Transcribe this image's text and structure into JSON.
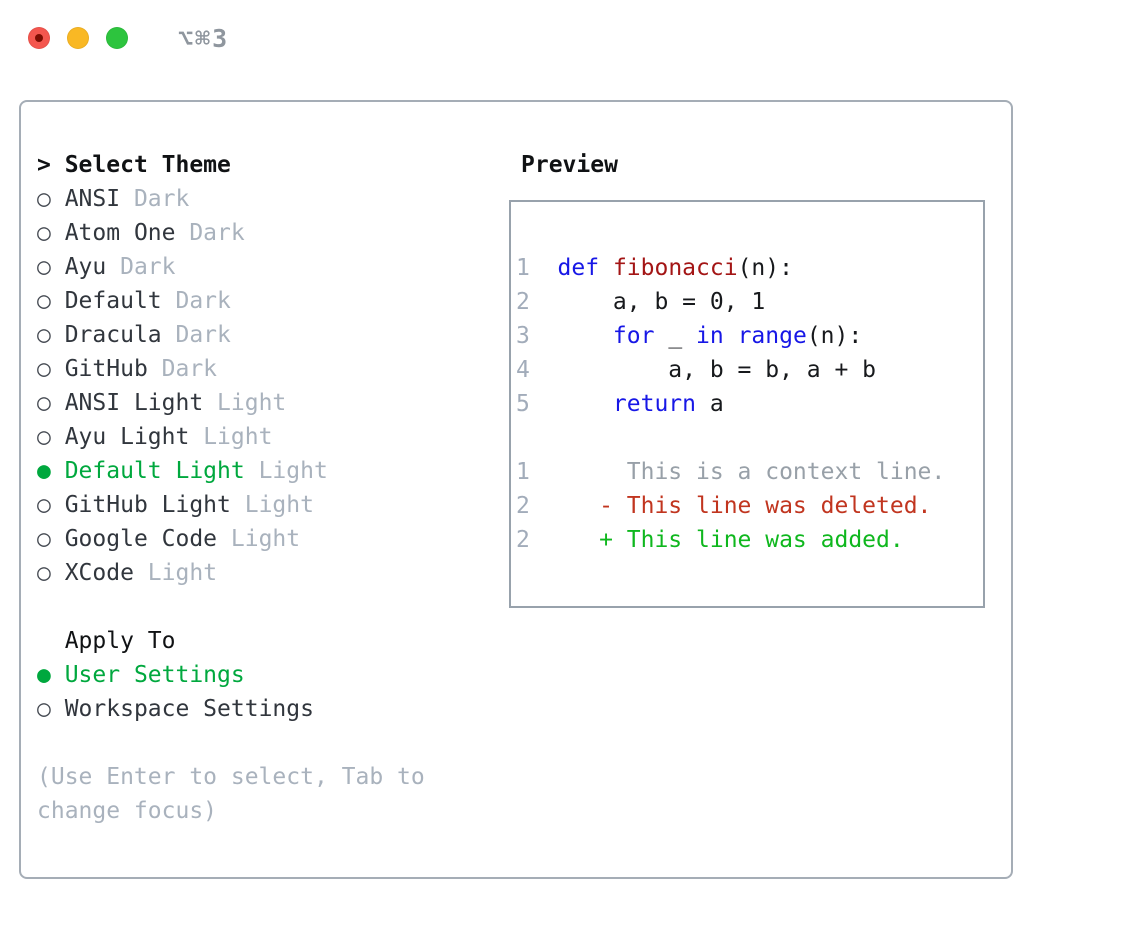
{
  "window": {
    "shortcut_label": "⌥⌘3"
  },
  "colors": {
    "traffic_red": "#f4564e",
    "traffic_red_dot": "#7d0d02",
    "traffic_yellow": "#f9b824",
    "traffic_green": "#2dc43e",
    "titlebar_gray": "#8f969e",
    "panel_border": "#a5adb6",
    "box_border": "#98a2ac",
    "heading_black": "#101214",
    "text_dark": "#31363d",
    "ring_gray": "#474c54",
    "muted_gray": "#a9b2bd",
    "selection_green": "#00a83e",
    "keyword_blue": "#1717e6",
    "function_red": "#a31515",
    "code_plain": "#17191c",
    "gutter_gray": "#a2acba",
    "context_gray": "#98a0a8",
    "deleted_red": "#c1351f",
    "added_green": "#0fb71e"
  },
  "theme_picker": {
    "pointer": ">",
    "heading": "Select Theme",
    "unselected_glyph": "○",
    "selected_glyph": "●",
    "items": [
      {
        "name": "ANSI",
        "tag": "Dark",
        "selected": false
      },
      {
        "name": "Atom One",
        "tag": "Dark",
        "selected": false
      },
      {
        "name": "Ayu",
        "tag": "Dark",
        "selected": false
      },
      {
        "name": "Default",
        "tag": "Dark",
        "selected": false
      },
      {
        "name": "Dracula",
        "tag": "Dark",
        "selected": false
      },
      {
        "name": "GitHub",
        "tag": "Dark",
        "selected": false
      },
      {
        "name": "ANSI Light",
        "tag": "Light",
        "selected": false
      },
      {
        "name": "Ayu Light",
        "tag": "Light",
        "selected": false
      },
      {
        "name": "Default Light",
        "tag": "Light",
        "selected": true
      },
      {
        "name": "GitHub Light",
        "tag": "Light",
        "selected": false
      },
      {
        "name": "Google Code",
        "tag": "Light",
        "selected": false
      },
      {
        "name": "XCode",
        "tag": "Light",
        "selected": false
      }
    ]
  },
  "apply_to": {
    "heading": "Apply To",
    "options": [
      {
        "label": "User Settings",
        "selected": true
      },
      {
        "label": "Workspace Settings",
        "selected": false
      }
    ]
  },
  "hint_lines": [
    "(Use Enter to select, Tab to",
    "change focus)"
  ],
  "preview": {
    "heading": "Preview",
    "code_lines": [
      {
        "num": "1",
        "segments": [
          {
            "text": "def",
            "style": "keyword"
          },
          {
            "text": " ",
            "style": "plain"
          },
          {
            "text": "fibonacci",
            "style": "func"
          },
          {
            "text": "(n):",
            "style": "plain"
          }
        ]
      },
      {
        "num": "2",
        "segments": [
          {
            "text": "    a, b = 0, 1",
            "style": "plain"
          }
        ]
      },
      {
        "num": "3",
        "segments": [
          {
            "text": "    ",
            "style": "plain"
          },
          {
            "text": "for",
            "style": "keyword"
          },
          {
            "text": " _ ",
            "style": "plain"
          },
          {
            "text": "in",
            "style": "keyword"
          },
          {
            "text": " ",
            "style": "plain"
          },
          {
            "text": "range",
            "style": "keyword"
          },
          {
            "text": "(n):",
            "style": "plain"
          }
        ]
      },
      {
        "num": "4",
        "segments": [
          {
            "text": "        a, b = b, a + b",
            "style": "plain"
          }
        ]
      },
      {
        "num": "5",
        "segments": [
          {
            "text": "    ",
            "style": "plain"
          },
          {
            "text": "return",
            "style": "keyword"
          },
          {
            "text": " a",
            "style": "plain"
          }
        ]
      }
    ],
    "diff_lines": [
      {
        "num": "1",
        "segments": [
          {
            "text": "     This is a context line.",
            "style": "context"
          }
        ]
      },
      {
        "num": "2",
        "segments": [
          {
            "text": "   - This line was deleted.",
            "style": "deleted"
          }
        ]
      },
      {
        "num": "2",
        "segments": [
          {
            "text": "   + This line was added.",
            "style": "added"
          }
        ]
      }
    ]
  }
}
